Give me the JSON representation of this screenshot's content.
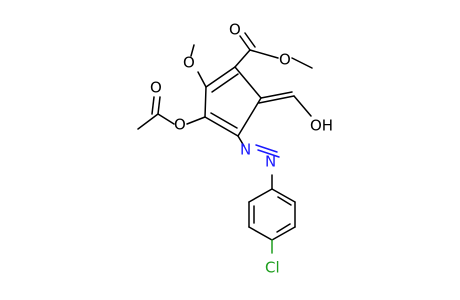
{
  "molecule": {
    "atom_labels": {
      "o_carbonyl": "O",
      "o_ester": "O",
      "o_methoxy": "O",
      "o_acetyl_carbonyl": "O",
      "o_acetoxy": "O",
      "oh": "OH",
      "n_azo_1": "N",
      "n_azo_2": "N",
      "cl": "Cl"
    },
    "colors": {
      "bond": "#000000",
      "oxygen": "#000000",
      "nitrogen": "#1a1aff",
      "chlorine": "#1e9e1e"
    }
  }
}
